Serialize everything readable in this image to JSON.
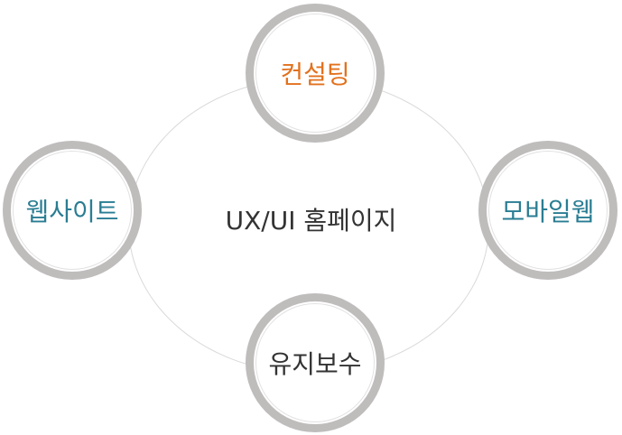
{
  "center": {
    "label": "UX/UI 홈페이지"
  },
  "nodes": {
    "top": {
      "label": "컨설팅",
      "color": "#e2711d"
    },
    "left": {
      "label": "웹사이트",
      "color": "#2a7d93"
    },
    "right": {
      "label": "모바일웹",
      "color": "#2a7d93"
    },
    "bottom": {
      "label": "유지보수",
      "color": "#333333"
    }
  },
  "colors": {
    "node_border": "#bfbcbc",
    "ring_line": "#d9d9d9"
  }
}
